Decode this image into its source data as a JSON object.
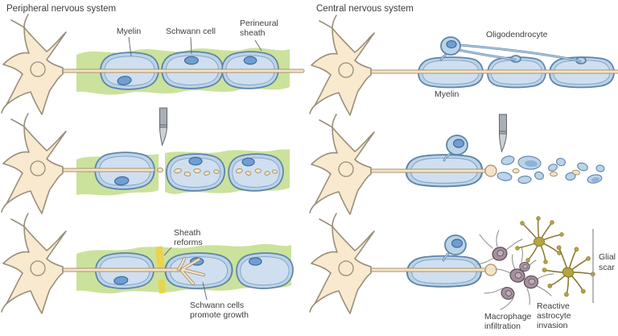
{
  "figure": {
    "left_heading": "Peripheral nervous system",
    "right_heading": "Central nervous system"
  },
  "pns_labels": {
    "myelin": "Myelin",
    "schwann_cell": "Schwann cell",
    "perineural_line1": "Perineural",
    "perineural_line2": "sheath",
    "sheath_line1": "Sheath",
    "sheath_line2": "reforms",
    "promote_line1": "Schwann cells",
    "promote_line2": "promote growth"
  },
  "cns_labels": {
    "oligodendrocyte": "Oligodendrocyte",
    "myelin": "Myelin",
    "macrophage_line1": "Macrophage",
    "macrophage_line2": "infiltration",
    "astrocyte_line1": "Reactive",
    "astrocyte_line2": "astrocyte",
    "astrocyte_line3": "invasion",
    "glial_line1": "Glial",
    "glial_line2": "scar"
  },
  "colors": {
    "neuron_fill": "#f8e9cf",
    "neuron_stroke": "#988f7a",
    "myelin_fill": "#bcd3e8",
    "myelin_inner": "#cfdff0",
    "myelin_stroke": "#5e84a9",
    "nucleus_fill": "#6f9fd2",
    "nucleus_stroke": "#44699b",
    "sheath_green": "#cbe29c",
    "reform_yellow": "#e9d44e",
    "axon_fill": "#f3e4c6",
    "axon_stroke": "#a8926e",
    "macrophage_fill": "#a5909e",
    "macrophage_stroke": "#5e4e5a",
    "astrocyte_fill": "#b5a440",
    "astrocyte_stroke": "#877931",
    "scalpel_fill": "#a9afb5",
    "scalpel_stroke": "#5f666c",
    "text": "#3d3d3d"
  }
}
